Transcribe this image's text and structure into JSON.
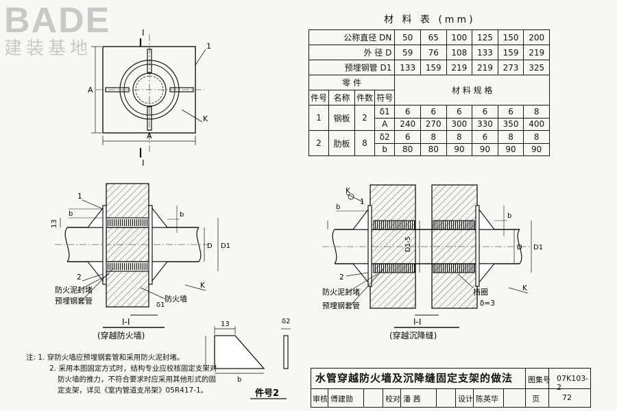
{
  "logo": {
    "main": "BADE",
    "sub": "建装基地"
  },
  "material_table": {
    "title": "材 料 表 (mm)",
    "rows": {
      "dn": {
        "label": "公称直径",
        "symbol": "DN",
        "values": [
          "50",
          "65",
          "100",
          "125",
          "150",
          "200"
        ]
      },
      "od": {
        "label": "外  径",
        "symbol": "D",
        "values": [
          "59",
          "76",
          "108",
          "133",
          "159",
          "219"
        ]
      },
      "d1": {
        "label": "预埋钢管",
        "symbol": "D1",
        "values": [
          "133",
          "159",
          "219",
          "219",
          "273",
          "325"
        ]
      }
    },
    "parts_header": "零  件",
    "spec_header": "材  料  规  格",
    "col_headers": [
      "件号",
      "名称",
      "件数",
      "符号"
    ],
    "part1": {
      "no": "1",
      "name": "钢板",
      "qty": "2",
      "rows": [
        {
          "symbol": "δ1",
          "values": [
            "6",
            "6",
            "6",
            "6",
            "6",
            "8"
          ]
        },
        {
          "symbol": "A",
          "values": [
            "240",
            "270",
            "300",
            "330",
            "350",
            "400"
          ]
        }
      ]
    },
    "part2": {
      "no": "2",
      "name": "肋板",
      "qty": "8",
      "rows": [
        {
          "symbol": "δ2",
          "values": [
            "6",
            "8",
            "8",
            "6",
            "8",
            "8"
          ]
        },
        {
          "symbol": "b",
          "values": [
            "80",
            "80",
            "90",
            "90",
            "90",
            "90"
          ]
        }
      ]
    }
  },
  "drawing": {
    "section_mark": "I",
    "dim_A": "A",
    "label_1": "1",
    "label_2": "2",
    "label_K": "K",
    "dim_13": "13",
    "dim_b": "b",
    "dim_D": "D",
    "dim_D1": "D1",
    "dim_delta1": "δ1",
    "dim_delta2": "δ2",
    "dim_D1_5": "D1-5",
    "dim_delta3": "δ=3",
    "fire_sealant": "防火泥封堵",
    "embedded_sleeve": "预埋钢套管",
    "firewall": "防火墙",
    "baffle_ring": "挡圈",
    "section_name": "I-I",
    "caption_left": "(穿越防火墙)",
    "caption_right": "(穿越沉降缝)",
    "part2_caption": "件号2"
  },
  "notes": [
    "注: 1. 穿防火墙应预埋钢套管和采用防火泥封堵。",
    "2. 采用本图固定方式时，结构专业应校核固定支架对",
    "防火墙的推力，不符合要求时应采用其他形式的固",
    "定支架，详见《室内管道支吊架》05R417-1。"
  ],
  "title_block": {
    "title": "水管穿越防火墙及沉降缝固定支架的做法",
    "atlas_label": "图集号",
    "atlas_no": "07K103-2",
    "review_label": "审核",
    "reviewer": "傅建勋",
    "check_label": "校对",
    "checker": "潘 茜",
    "design_label": "设计",
    "designer": "陈英华",
    "page_label": "页",
    "page_no": "72"
  }
}
